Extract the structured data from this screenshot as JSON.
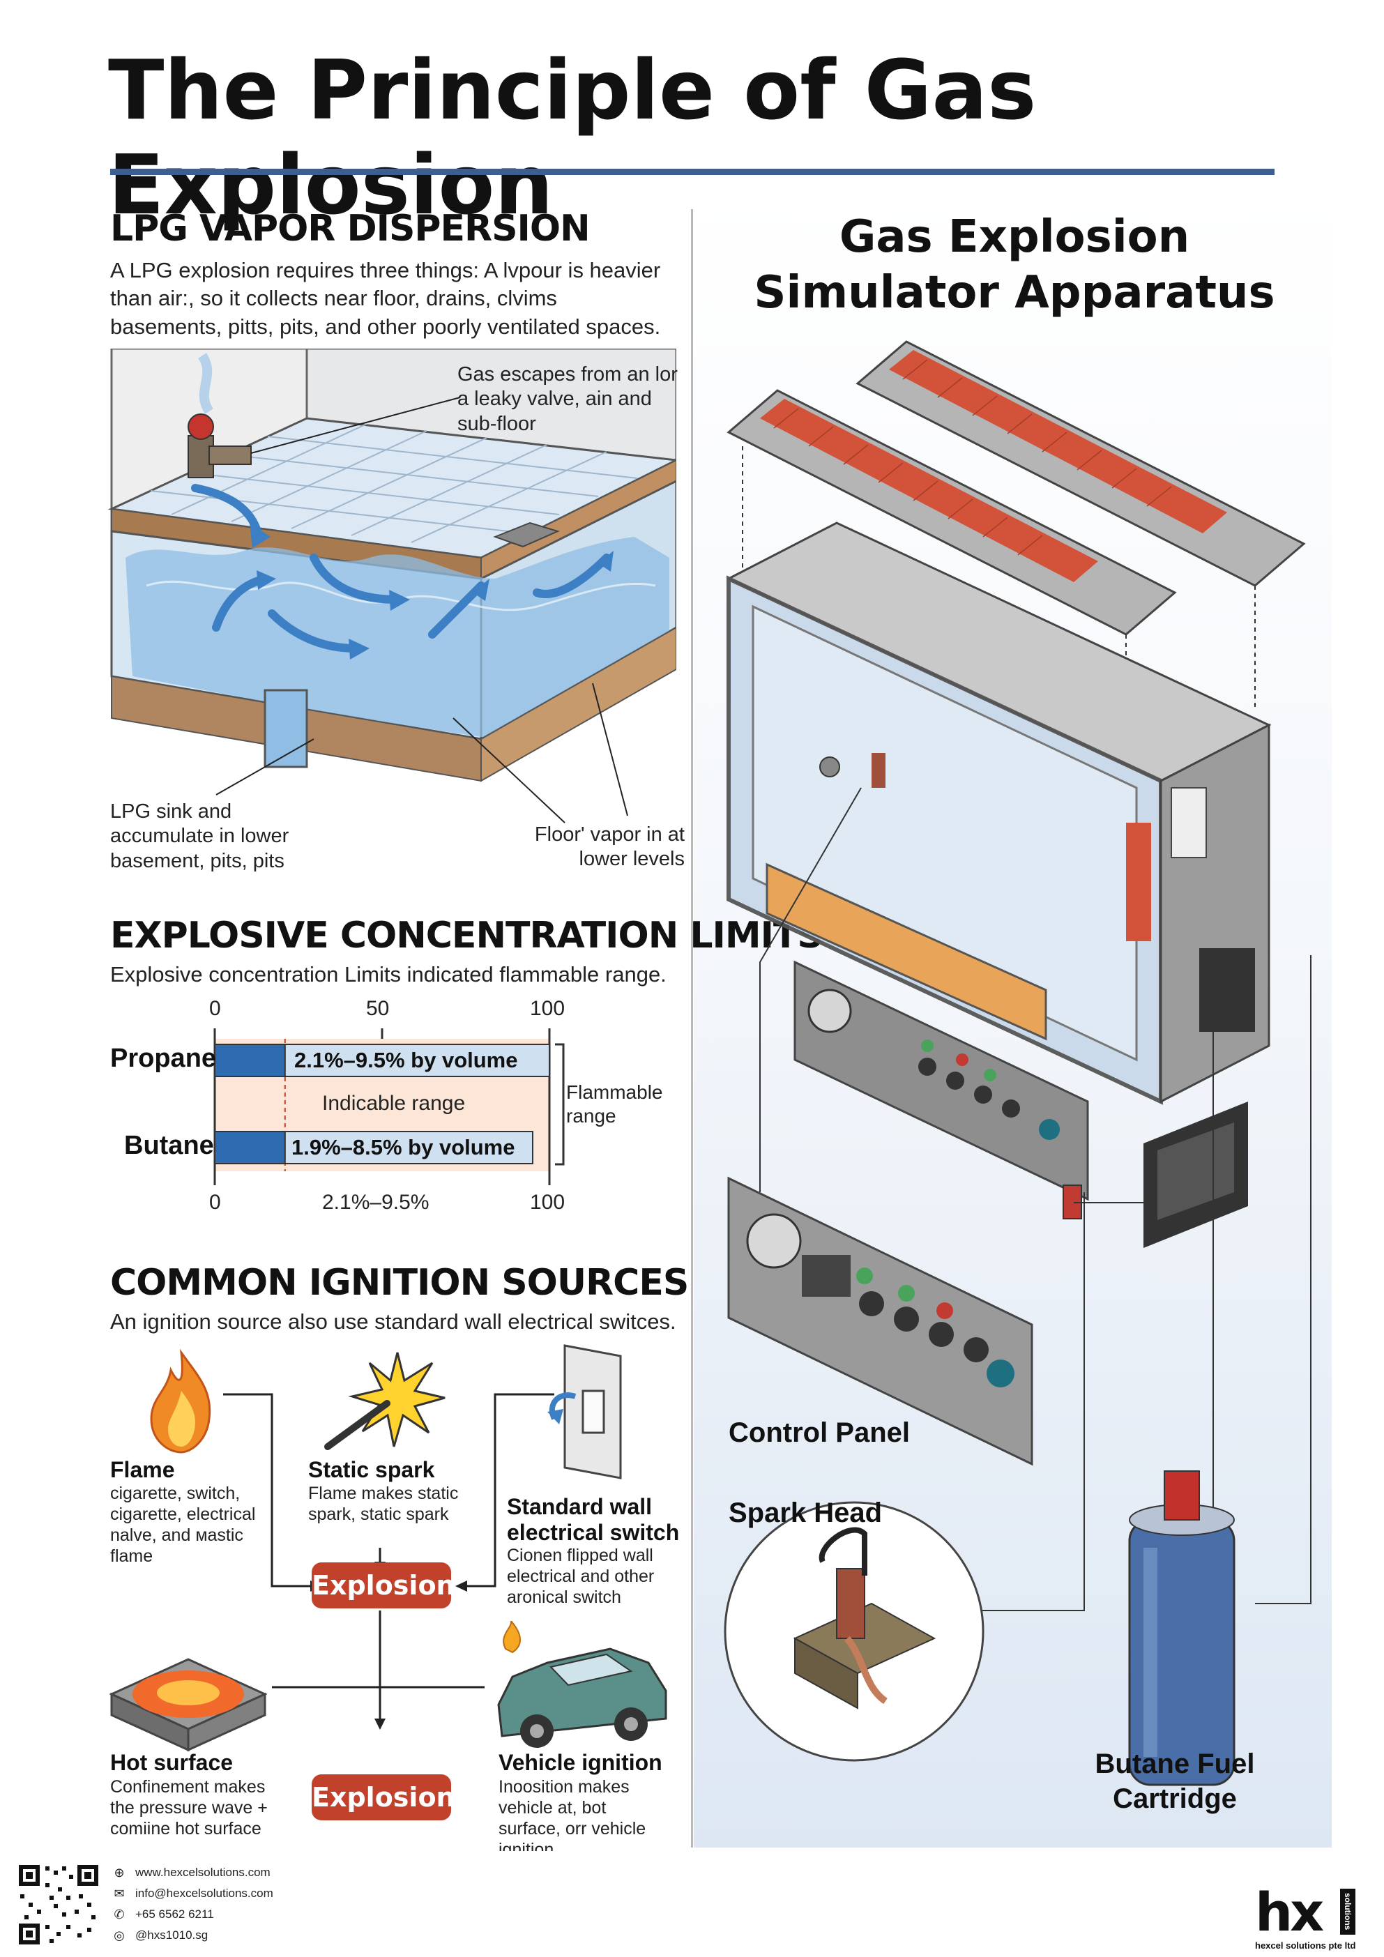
{
  "title": "The Principle of Gas Explosion",
  "dispersion": {
    "heading": "LPG VAPOR DISPERSION",
    "body": "A LPG explosion requires three things: A lvpour is heavier than air:, so it collects near floor, drains, clvims basements, pitts, pits, and other poorly ventilated spaces.",
    "label_gas_escape": "Gas escapes from an lor a leaky valve, ain and sub-floor",
    "label_sink": "LPG sink and accumulate in lower basement, pits, pits",
    "label_floor": "Floor' vapor in at lower levels"
  },
  "limits": {
    "heading": "EXPLOSIVE CONCENTRATION LIMITS",
    "body": "Explosive concentration Limits indicated flammable range.",
    "top_ticks": [
      "0",
      "50",
      "100"
    ],
    "bottom_ticks": [
      "0",
      "2.1%–9.5%",
      "100"
    ],
    "indicable_label": "Indicable range",
    "flammable_label": "Flammable range"
  },
  "chart_data": {
    "type": "bar",
    "categories": [
      "Propane",
      "Butane"
    ],
    "series": [
      {
        "name": "",
        "values": [
          100,
          95
        ]
      }
    ],
    "dark_segment": [
      21,
      21
    ],
    "data_labels": [
      "2.1%–9.5% by volume",
      "1.9%–8.5% by volume"
    ],
    "xlim": [
      0,
      100
    ],
    "title": "",
    "xlabel": "",
    "ylabel": "",
    "grid": false
  },
  "ignition": {
    "heading": "COMMON IGNITION SOURCES",
    "body": "An ignition source also use standard wall electrical switces.",
    "flame_title": "Flame",
    "flame_desc": "cigarette, switch, cigarette, electrical nalve, and мastic flame",
    "spark_title": "Static spark",
    "spark_desc": "Flame makes static spark, static spark",
    "switch_title": "Standard wall electrical switch",
    "switch_desc": "Cionen flipped wall electrical and other aronical switch",
    "explosion_1": "Explosion",
    "explosion_2": "Explosion",
    "hot_title": "Hot surface",
    "hot_desc": "Confinement makes the pressure wave + comiine hot surface",
    "vehicle_title": "Vehicle ignition",
    "vehicle_desc": "Inoosition makes vehicle at, bot surface, orr vehicle ignition"
  },
  "apparatus": {
    "heading": "Gas Explosion Simulator Apparatus",
    "control_panel": "Control Panel",
    "spark_head": "Spark Head",
    "cartridge": "Butane Fuel Cartridge"
  },
  "footer": {
    "website": "www.hexcelsolutions.com",
    "email": "info@hexcelsolutions.com",
    "phone": "+65 6562 6211",
    "social": "@hxs1010.sg",
    "logo_text": "hx",
    "logo_side": "solutions",
    "company": "hexcel solutions pte ltd"
  },
  "colors": {
    "accent_rule": "#3e5e8e",
    "explosion": "#c2412a",
    "bar_dark": "#2f6bb0",
    "bar_light": "#cfe0f1",
    "range_bg": "#fbe6d8"
  }
}
